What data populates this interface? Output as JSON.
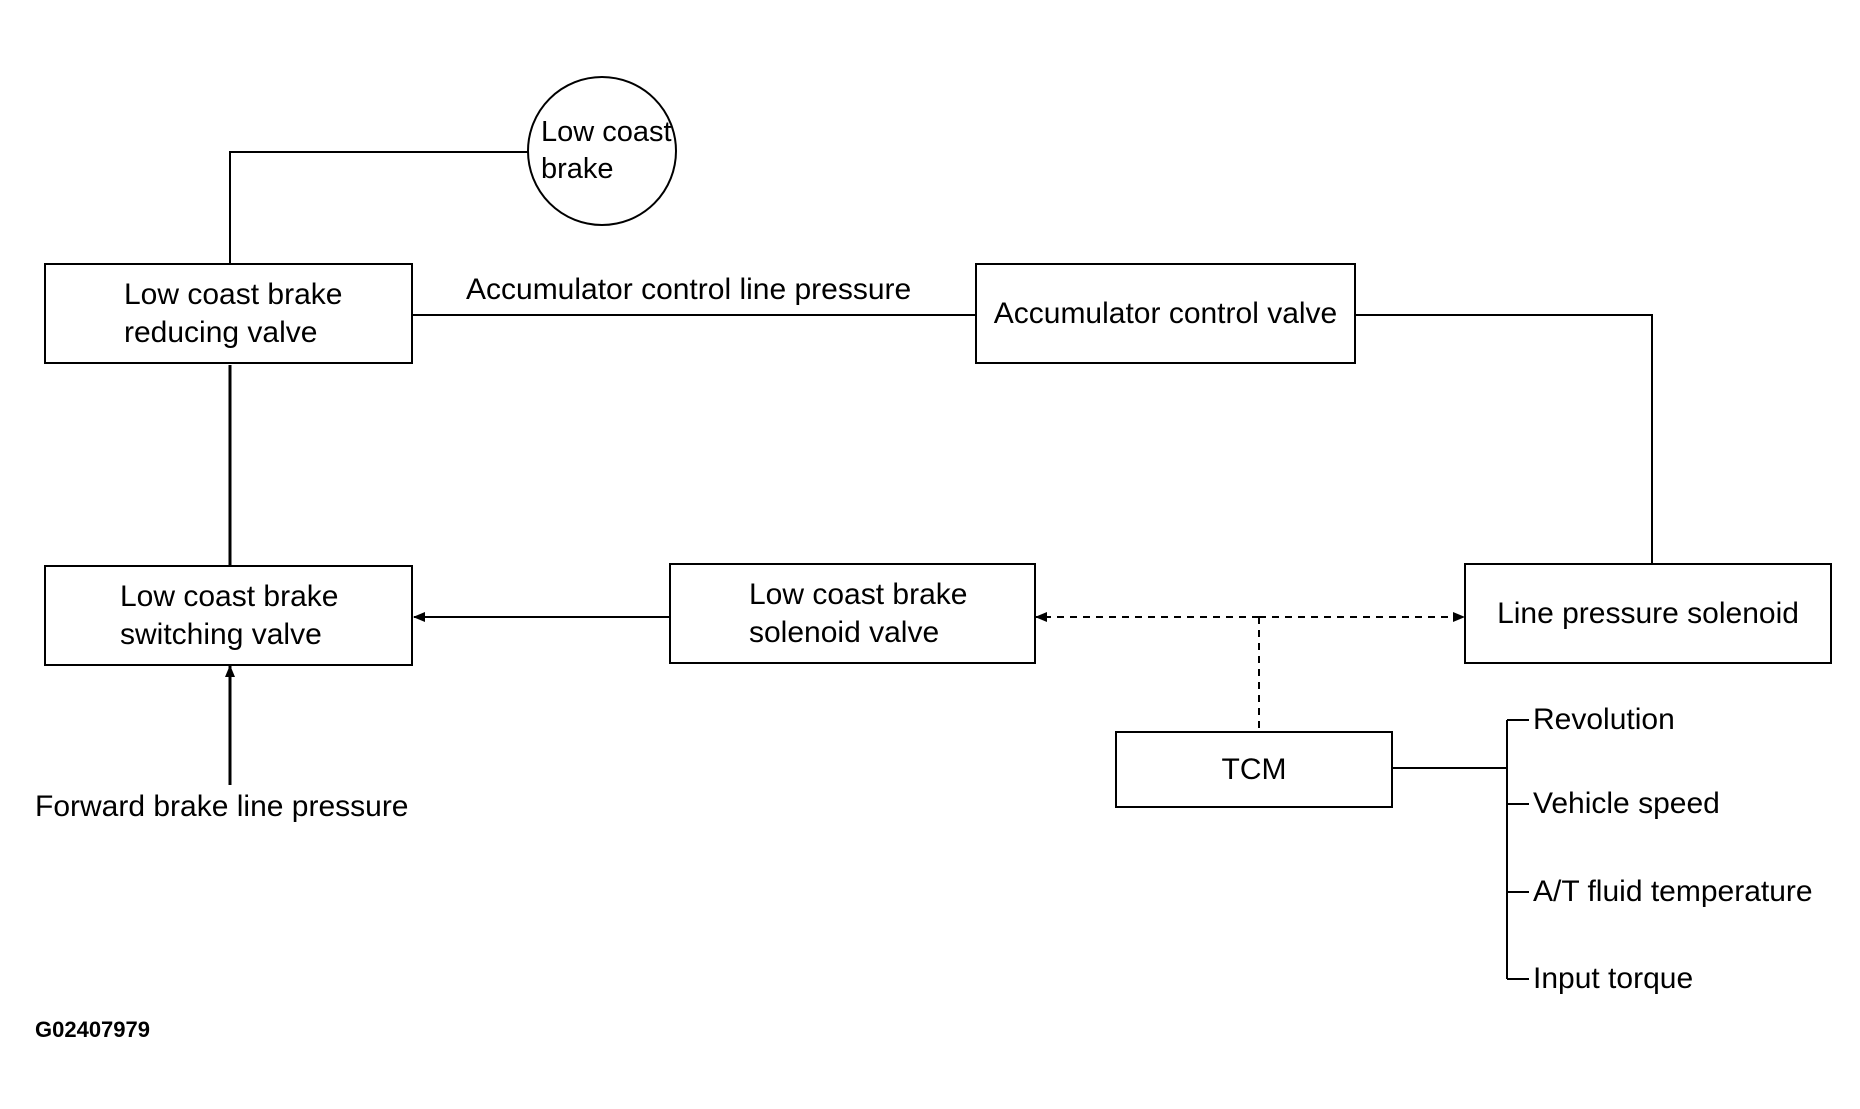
{
  "nodes": {
    "low_coast_brake": [
      "Low coast",
      "brake"
    ],
    "reducing_valve": [
      "Low coast brake",
      "reducing valve"
    ],
    "accumulator_valve": "Accumulator control valve",
    "switching_valve": [
      "Low coast brake",
      "switching valve"
    ],
    "solenoid_valve": [
      "Low coast brake",
      "solenoid valve"
    ],
    "line_pressure_solenoid": "Line pressure solenoid",
    "tcm": "TCM"
  },
  "labels": {
    "accumulator_line": "Accumulator control line pressure",
    "forward_brake": "Forward brake line pressure"
  },
  "tcm_inputs": [
    "Revolution",
    "Vehicle speed",
    "A/T fluid temperature",
    "Input torque"
  ],
  "figure_id": "G02407979"
}
